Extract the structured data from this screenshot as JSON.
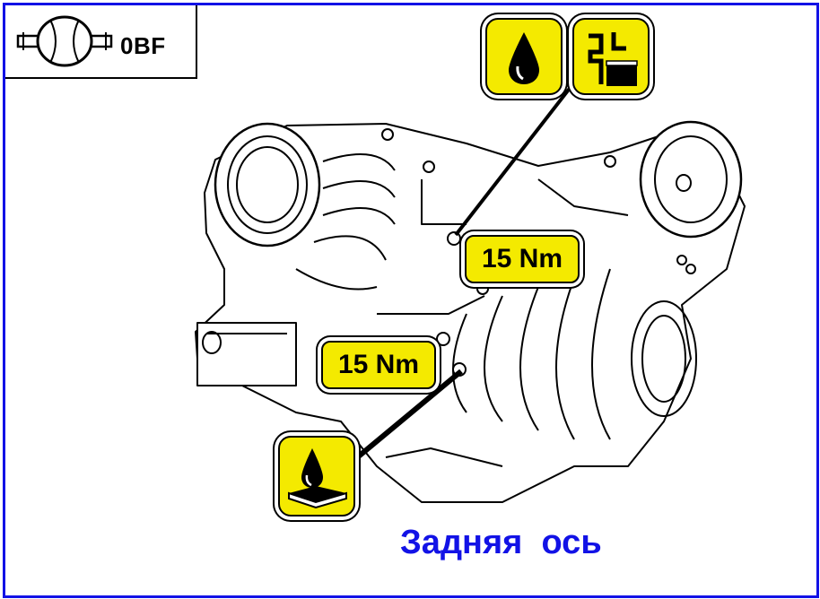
{
  "code_label": "0BF",
  "torque_labels": [
    "15 Nm",
    "15 Nm"
  ],
  "caption": "Задняя  ось",
  "colors": {
    "frame": "#1212e6",
    "badge": "#f4ea00",
    "caption": "#1212e6",
    "ink": "#000000"
  },
  "icons": [
    "oil-drop-icon",
    "fill-level-icon",
    "sealant-icon",
    "axle-housing-icon"
  ]
}
